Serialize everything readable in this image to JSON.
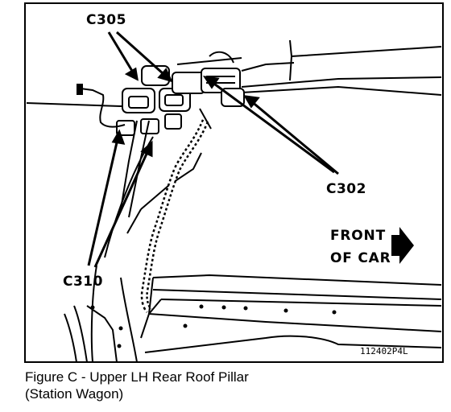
{
  "callouts": {
    "c305": "C305",
    "c302": "C302",
    "c310": "C310"
  },
  "direction": {
    "line1": "FRONT",
    "line2": "OF CAR"
  },
  "figure_number": "112402P4L",
  "caption": {
    "line1": "Figure C - Upper LH Rear Roof Pillar",
    "line2": "(Station Wagon)"
  }
}
